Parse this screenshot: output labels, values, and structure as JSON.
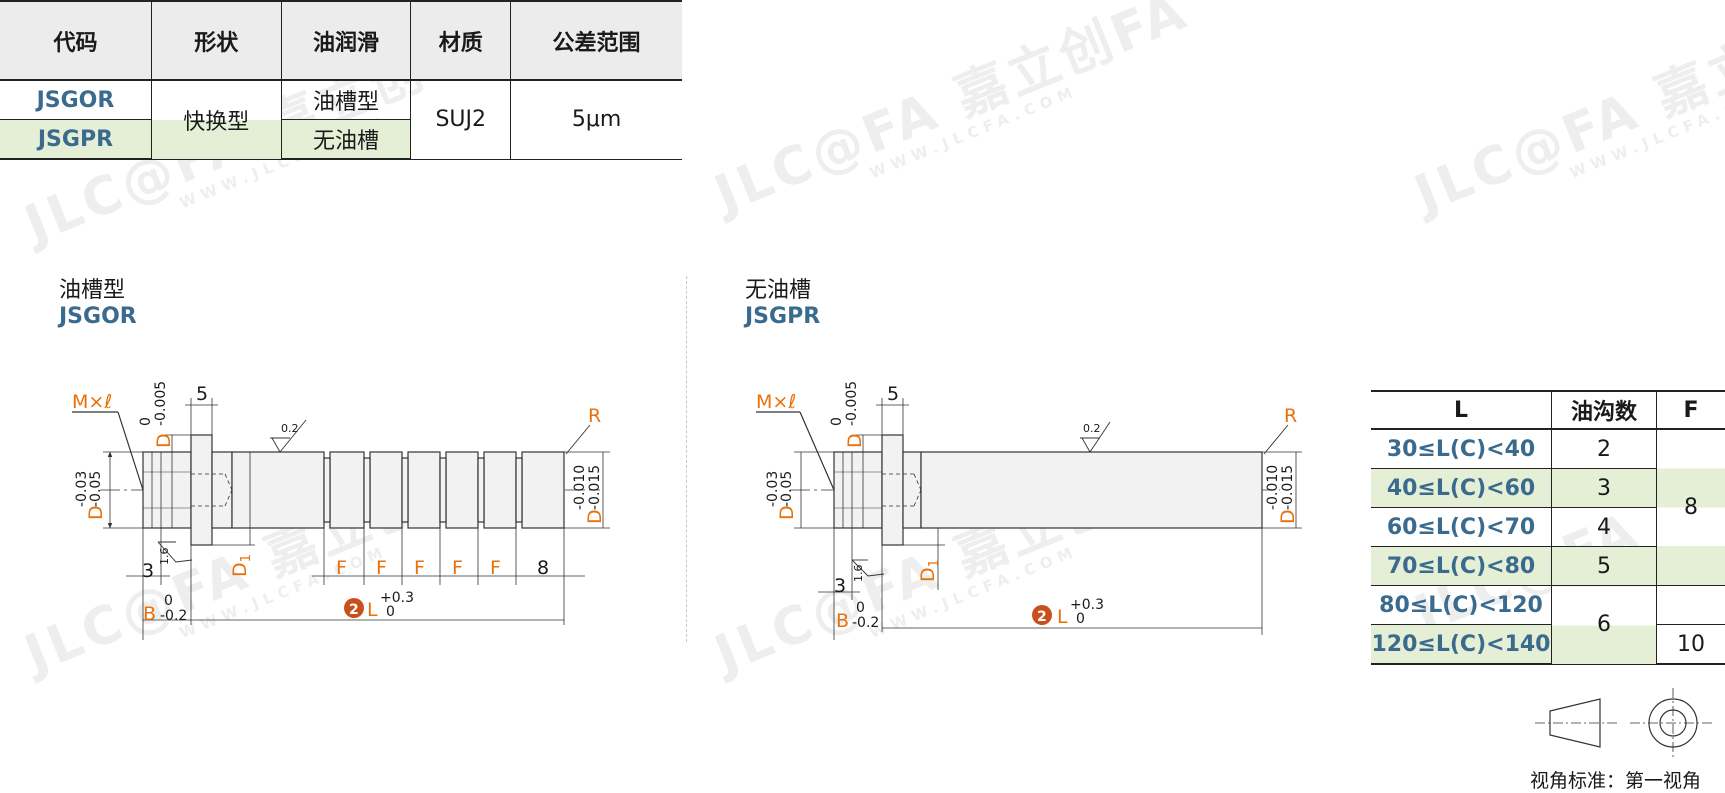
{
  "watermark": {
    "brand": "JLC@FA",
    "cn": "嘉立创FA",
    "url": "WWW.JLCFA.COM"
  },
  "spec_table": {
    "headers": [
      "代码",
      "形状",
      "油润滑",
      "材质",
      "公差范围"
    ],
    "codes": [
      "JSGOR",
      "JSGPR"
    ],
    "shape": "快换型",
    "lubrication": [
      "油槽型",
      "无油槽"
    ],
    "material": "SUJ2",
    "tolerance": "5μm"
  },
  "left_section": {
    "title": "油槽型",
    "code": "JSGOR"
  },
  "right_section": {
    "title": "无油槽",
    "code": "JSGPR"
  },
  "drawing": {
    "mxl": "M×ℓ",
    "d_tol_left": [
      "-0.03",
      "-0.05"
    ],
    "d_label": "D",
    "head_tol": [
      "0",
      "-0.005"
    ],
    "dim5": "5",
    "dim3": "3",
    "roughness": "1.6",
    "roughness2": "0.2",
    "b_label": "B",
    "b_tol": [
      "0",
      "-0.2"
    ],
    "d1_label": "D",
    "d1_sub": "1",
    "r_label": "R",
    "f_label": "F",
    "dim8": "8",
    "l_num": "2",
    "l_label": "L",
    "l_tol": [
      "+0.3",
      "0"
    ],
    "d_tol_right": [
      "-0.010",
      "-0.015"
    ]
  },
  "l_table": {
    "headers": [
      "L",
      "油沟数",
      "F"
    ],
    "ranges": [
      "30≤L(C)<40",
      "40≤L(C)<60",
      "60≤L(C)<70",
      "70≤L(C)<80",
      "80≤L(C)<120",
      "120≤L(C)<140"
    ],
    "grooves": [
      "2",
      "3",
      "4",
      "5",
      "6"
    ],
    "f_values": [
      "8",
      "10"
    ]
  },
  "projection": {
    "caption": "视角标准：第一视角"
  },
  "colors": {
    "accent_orange": "#e8710a",
    "code_blue": "#3a6b8f",
    "highlight_green": "#e4efd6",
    "badge": "#c9501c"
  }
}
